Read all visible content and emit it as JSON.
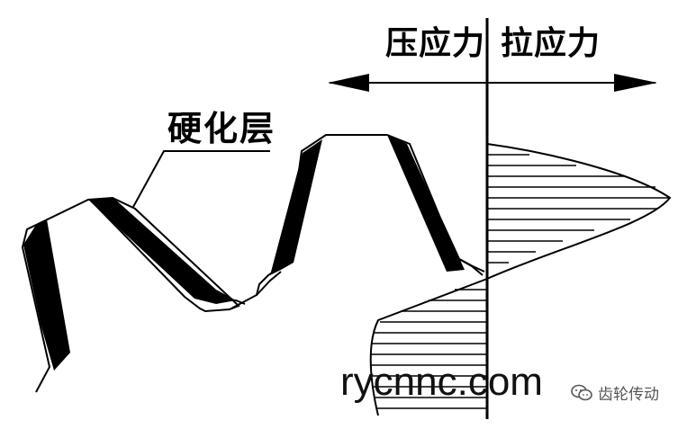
{
  "labels": {
    "compressive_stress": "压应力",
    "tensile_stress": "拉应力",
    "hardened_layer": "硬化层"
  },
  "watermark": {
    "site": "rycnnc.com",
    "wechat_account": "齿轮传动"
  },
  "icons": {
    "wechat": "wechat-icon"
  },
  "colors": {
    "ink": "#000000",
    "background": "#ffffff",
    "watermark_gray": "#555555"
  }
}
